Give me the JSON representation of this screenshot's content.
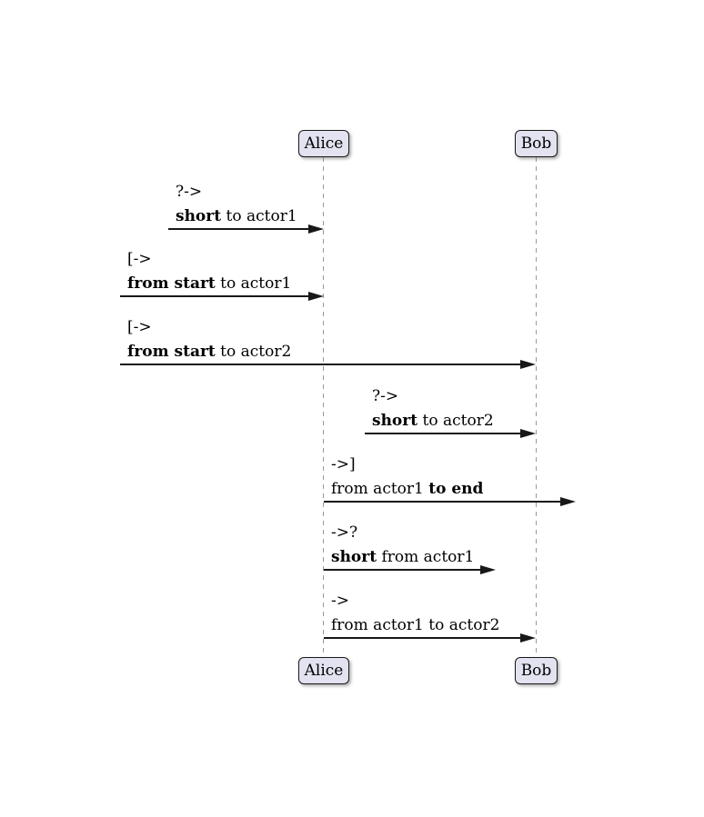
{
  "diagram": {
    "title": "",
    "actors": [
      {
        "id": "actor1",
        "name": "Alice"
      },
      {
        "id": "actor2",
        "name": "Bob"
      }
    ],
    "messages": [
      {
        "operator": "?->",
        "segments": [
          {
            "text": "short",
            "bold": true
          },
          {
            "text": " to actor1",
            "bold": false
          }
        ],
        "from": "short-left",
        "to": "actor1"
      },
      {
        "operator": "[->",
        "segments": [
          {
            "text": "from start",
            "bold": true
          },
          {
            "text": " to actor1",
            "bold": false
          }
        ],
        "from": "start-edge",
        "to": "actor1"
      },
      {
        "operator": "[->",
        "segments": [
          {
            "text": "from start",
            "bold": true
          },
          {
            "text": " to actor2",
            "bold": false
          }
        ],
        "from": "start-edge",
        "to": "actor2"
      },
      {
        "operator": "?->",
        "segments": [
          {
            "text": "short",
            "bold": true
          },
          {
            "text": " to actor2",
            "bold": false
          }
        ],
        "from": "short-left",
        "to": "actor2"
      },
      {
        "operator": "->]",
        "segments": [
          {
            "text": "from actor1 ",
            "bold": false
          },
          {
            "text": "to end",
            "bold": true
          }
        ],
        "from": "actor1",
        "to": "end-edge"
      },
      {
        "operator": "->?",
        "segments": [
          {
            "text": "short",
            "bold": true
          },
          {
            "text": " from actor1",
            "bold": false
          }
        ],
        "from": "actor1",
        "to": "short-right"
      },
      {
        "operator": "->",
        "segments": [
          {
            "text": "from actor1 to actor2",
            "bold": false
          }
        ],
        "from": "actor1",
        "to": "actor2"
      }
    ],
    "colors": {
      "actor_fill": "#E2E2F0",
      "actor_border": "#181818",
      "lifeline": "#999999",
      "arrow": "#181818",
      "background": "#FFFFFF"
    }
  }
}
